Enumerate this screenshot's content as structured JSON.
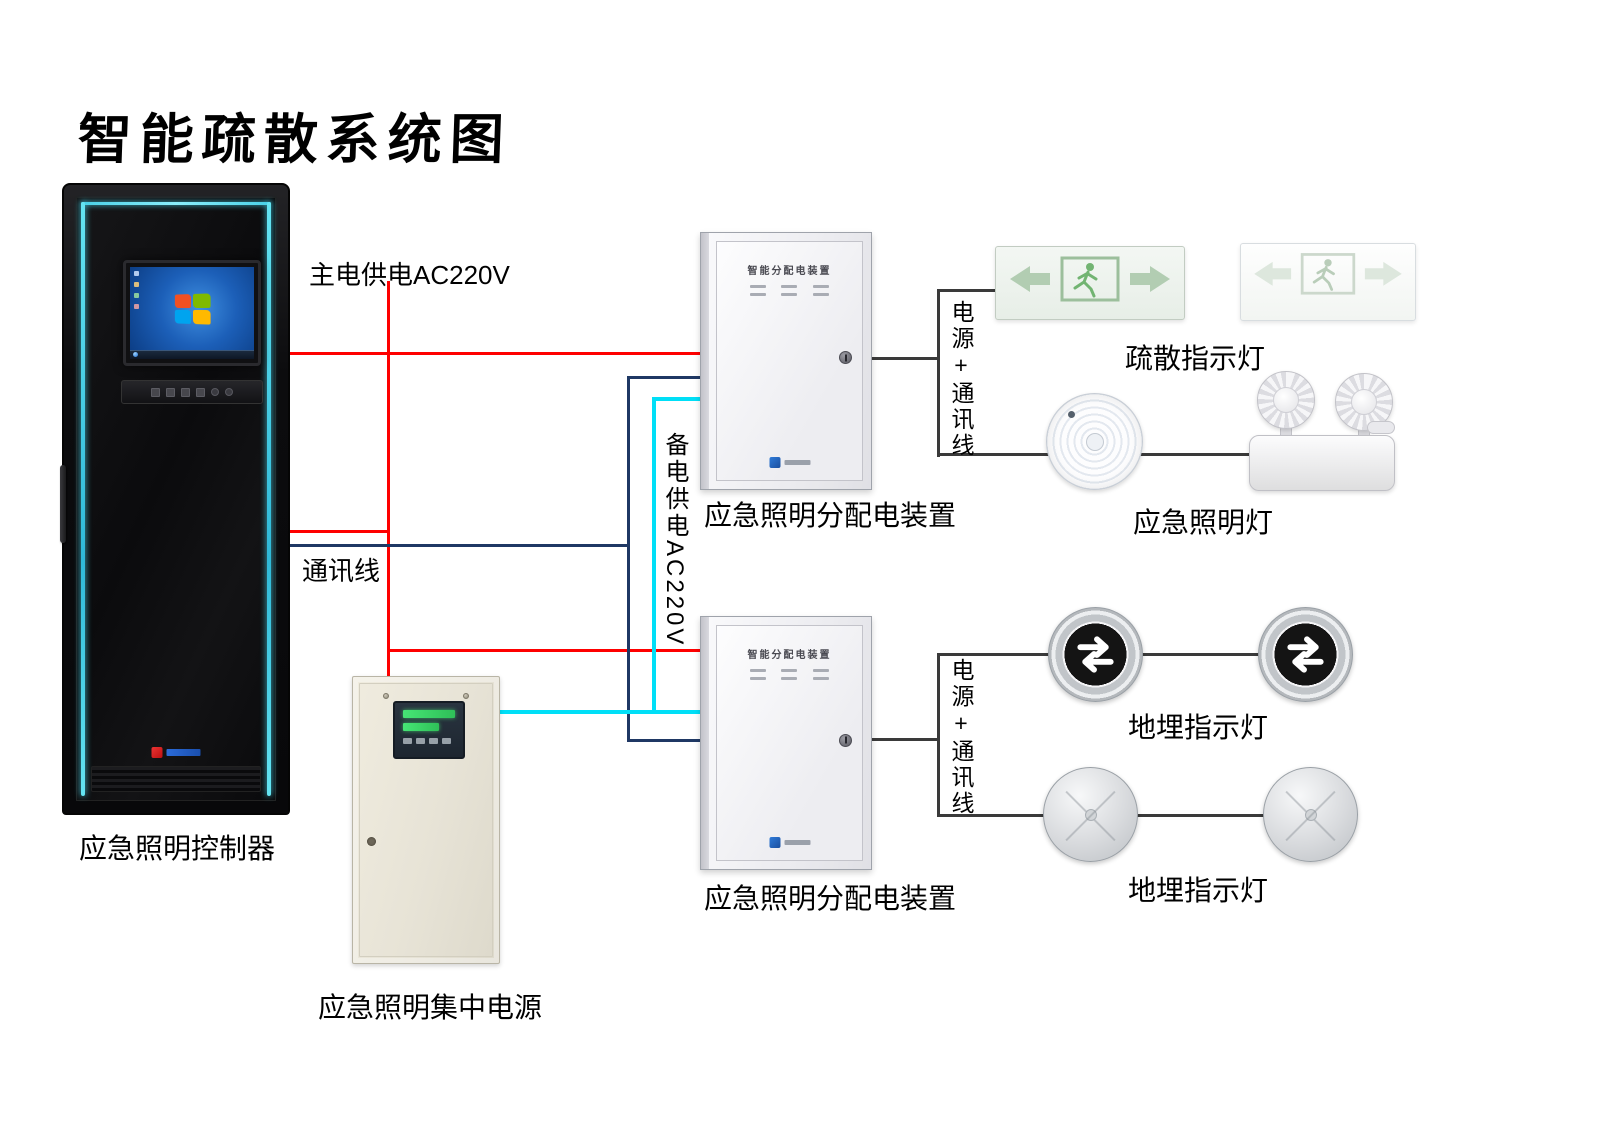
{
  "title": "智能疏散系统图",
  "devices": {
    "controller": {
      "label": "应急照明控制器"
    },
    "central_power": {
      "label": "应急照明集中电源"
    },
    "dist_box_1": {
      "label": "应急照明分配电装置",
      "panel_title": "智能分配电装置"
    },
    "dist_box_2": {
      "label": "应急照明分配电装置",
      "panel_title": "智能分配电装置"
    },
    "exit_signs": {
      "label": "疏散指示灯"
    },
    "emergency_lights": {
      "label": "应急照明灯"
    },
    "ground_lights_row1": {
      "label": "地埋指示灯"
    },
    "ground_lights_row2": {
      "label": "地埋指示灯"
    }
  },
  "connections": {
    "main_power": {
      "label": "主电供电AC220V",
      "color": "#fe0000"
    },
    "comm": {
      "label": "通讯线",
      "color": "#1f3864"
    },
    "backup_power": {
      "label": "备电供电AC220V",
      "color": "#00dff7"
    },
    "power_comm_top": {
      "label": "电源+通讯线",
      "color": "#3a3a3a"
    },
    "power_comm_bottom": {
      "label": "电源+通讯线",
      "color": "#3a3a3a"
    }
  }
}
